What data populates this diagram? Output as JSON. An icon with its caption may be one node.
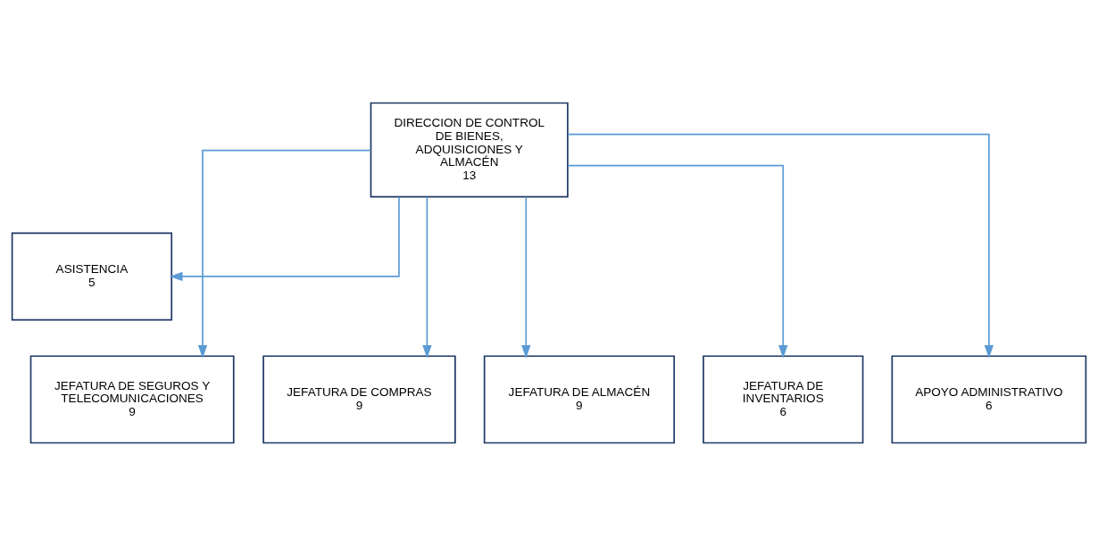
{
  "diagram": {
    "nodes": [
      {
        "text": [
          "DIRECCION DE CONTROL DE BIENES, ADQUISICIONES Y ALMACÉN",
          "13"
        ]
      },
      {
        "text": [
          "ASISTENCIA",
          "5"
        ]
      },
      {
        "text": [
          "JEFATURA DE SEGUROS Y TELECOMUNICACIONES",
          "9"
        ]
      },
      {
        "text": [
          "JEFATURA DE COMPRAS",
          "9"
        ]
      },
      {
        "text": [
          "JEFATURA DE ALMACÉN",
          "9"
        ]
      },
      {
        "text": [
          "JEFATURA DE INVENTARIOS",
          "6"
        ]
      },
      {
        "text": [
          "APOYO ADMINISTRATIVO",
          "6"
        ]
      }
    ],
    "edges": [
      {
        "from": 0,
        "to": 1,
        "arrow": "to"
      },
      {
        "from": 0,
        "to": 2,
        "arrow": "to"
      },
      {
        "from": 0,
        "to": 3,
        "arrow": "to"
      },
      {
        "from": 0,
        "to": 4,
        "arrow": "to"
      },
      {
        "from": 0,
        "to": 5,
        "arrow": "to"
      },
      {
        "from": 0,
        "to": 6,
        "arrow": "to"
      }
    ]
  }
}
